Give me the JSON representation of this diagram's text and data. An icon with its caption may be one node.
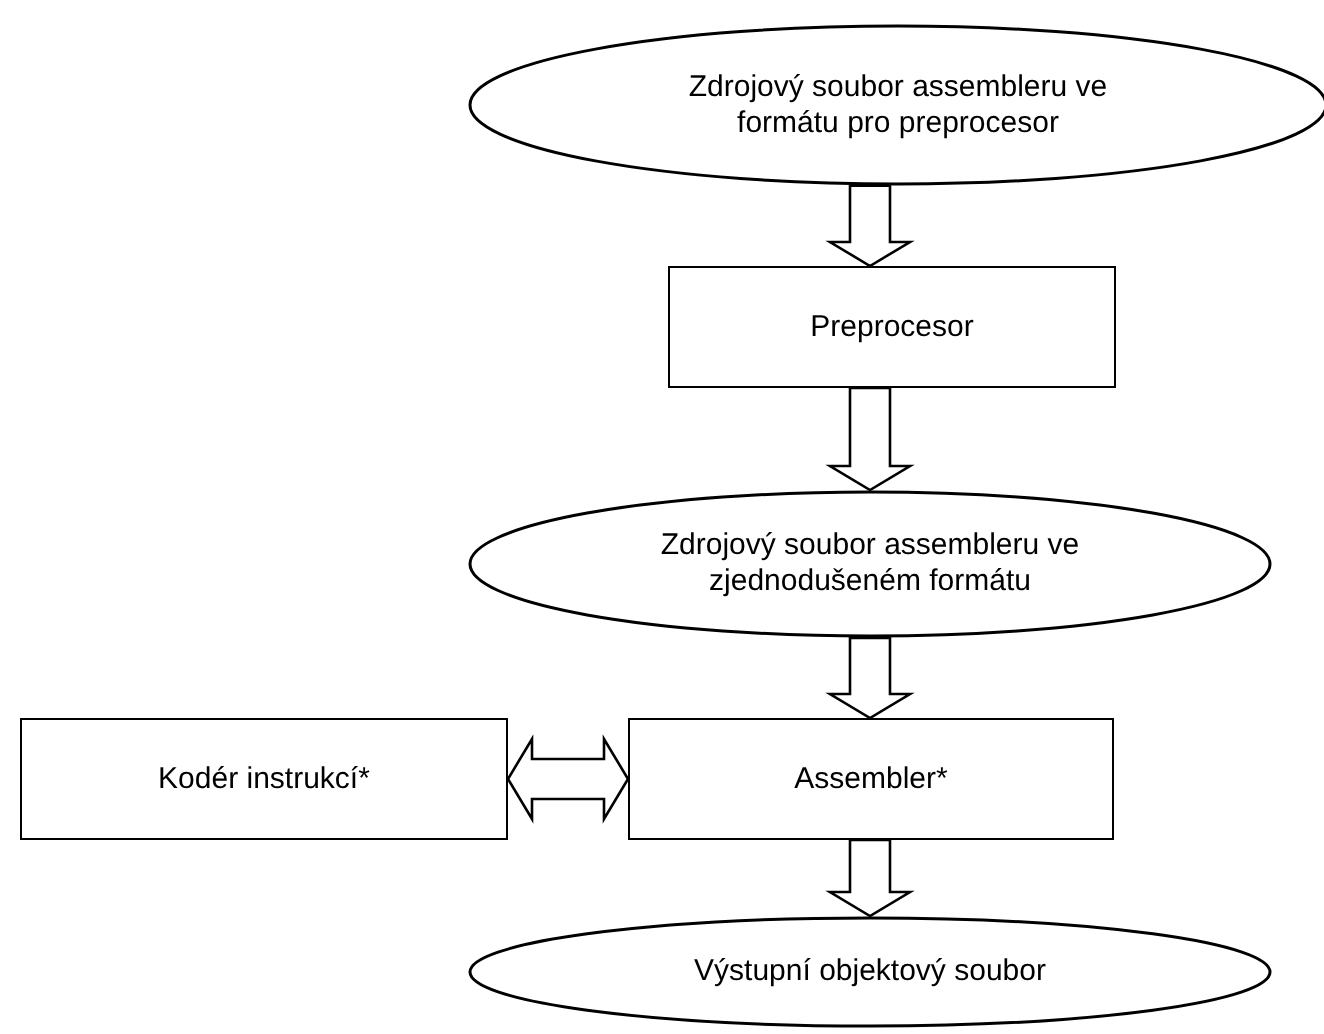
{
  "diagram": {
    "nodes": [
      {
        "text": [
          "Zdrojový soubor assembleru ve formátu pro preprocesor"
        ]
      },
      {
        "text": [
          "Preprocesor"
        ]
      },
      {
        "text": [
          "Zdrojový soubor assembleru ve zjednodušeném formátu"
        ]
      },
      {
        "text": [
          "Kodér instrukcí*"
        ]
      },
      {
        "text": [
          "Assembler*"
        ]
      },
      {
        "text": [
          "Výstupní objektový soubor"
        ]
      }
    ],
    "edges": [
      {
        "from": 0,
        "to": 1,
        "arrow": "to"
      },
      {
        "from": 1,
        "to": 2,
        "arrow": "to"
      },
      {
        "from": 2,
        "to": 4,
        "arrow": "to"
      },
      {
        "from": 3,
        "to": 4,
        "arrow": "both"
      },
      {
        "from": 4,
        "to": 5,
        "arrow": "to"
      }
    ]
  }
}
